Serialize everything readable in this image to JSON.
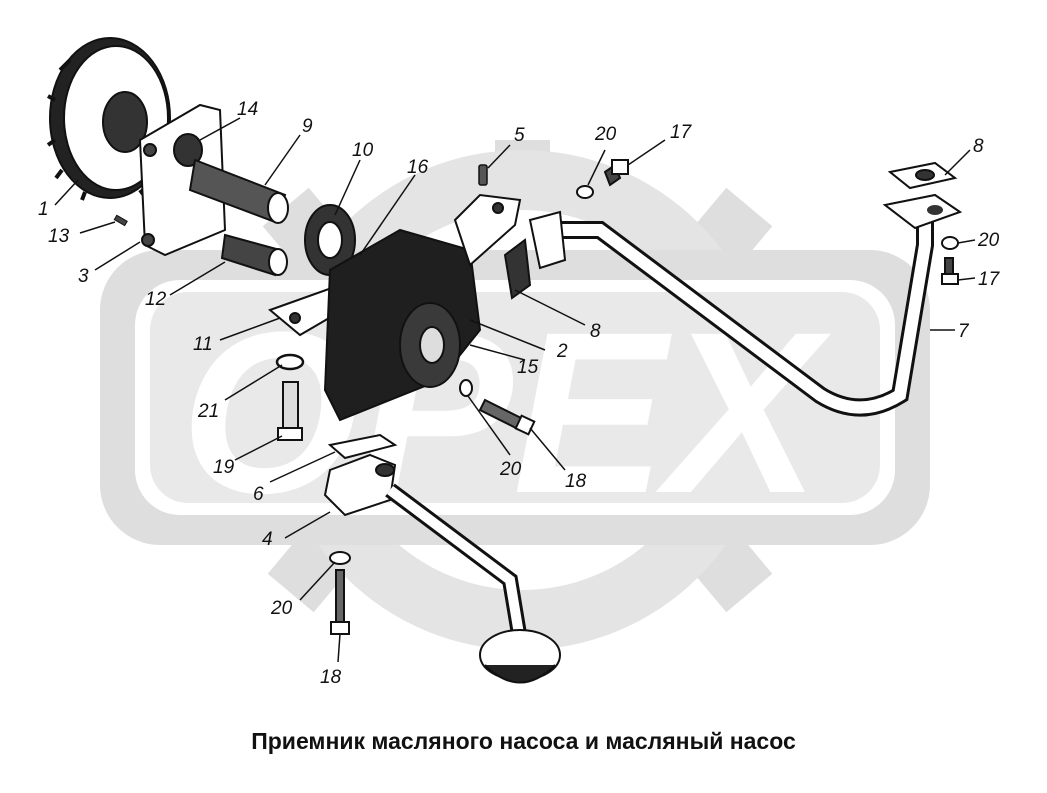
{
  "caption": "Приемник масляного насоса и масляный насос",
  "watermark": {
    "text": "OPEX",
    "color": "#d9d9d9"
  },
  "callouts": {
    "c1": "1",
    "c2": "2",
    "c3": "3",
    "c4": "4",
    "c5": "5",
    "c6": "6",
    "c7": "7",
    "c8a": "8",
    "c8b": "8",
    "c9": "9",
    "c10": "10",
    "c11": "11",
    "c12": "12",
    "c13": "13",
    "c14": "14",
    "c15": "15",
    "c16": "16",
    "c17a": "17",
    "c17b": "17",
    "c18a": "18",
    "c18b": "18",
    "c19": "19",
    "c20a": "20",
    "c20b": "20",
    "c20c": "20",
    "c20d": "20",
    "c21": "21"
  }
}
